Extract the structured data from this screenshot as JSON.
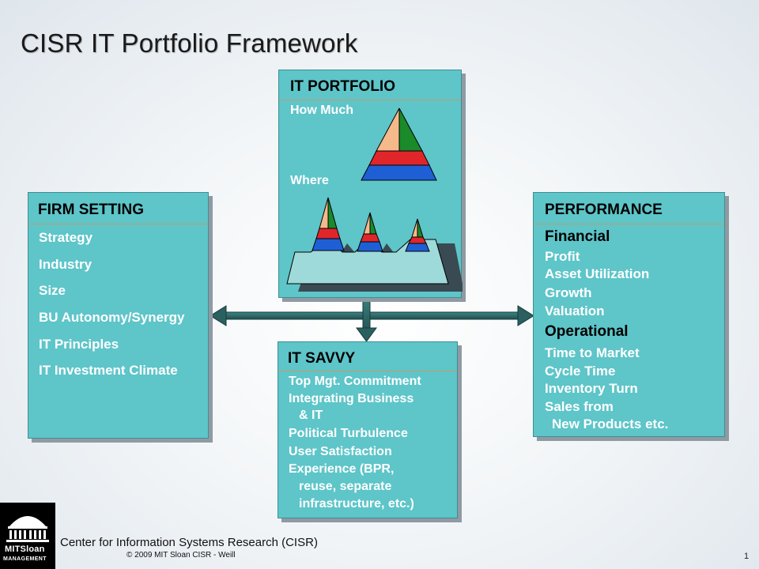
{
  "slide": {
    "title": "CISR IT Portfolio Framework",
    "page_number": "1"
  },
  "firm_setting": {
    "heading": "FIRM SETTING",
    "items": [
      "Strategy",
      "Industry",
      "Size",
      "BU Autonomy/Synergy",
      "IT Principles",
      "IT Investment Climate"
    ]
  },
  "it_portfolio": {
    "heading": "IT PORTFOLIO",
    "label_how_much": "How Much",
    "label_where": "Where"
  },
  "performance": {
    "heading": "PERFORMANCE",
    "financial_heading": "Financial",
    "financial_items": [
      "Profit",
      "Asset Utilization",
      "Growth",
      "Valuation"
    ],
    "operational_heading": "Operational",
    "operational_items": [
      "Time to Market",
      "Cycle Time",
      "Inventory Turn",
      "Sales from",
      "New Products etc."
    ]
  },
  "it_savvy": {
    "heading": "IT SAVVY",
    "items": [
      "Top Mgt. Commitment",
      "Integrating Business",
      "& IT",
      "Political Turbulence",
      "User Satisfaction",
      "Experience (BPR,",
      "reuse, separate",
      "infrastructure, etc.)"
    ]
  },
  "footer": {
    "org": "Center for Information Systems Research (CISR)",
    "copyright": "© 2009 MIT Sloan CISR - Weill",
    "logo_line1": "MITSloan",
    "logo_line2": "MANAGEMENT"
  },
  "colors": {
    "box_fill": "#5ec5c9",
    "arrow": "#2e6b6a",
    "pyramid_peach": "#f5b98a",
    "pyramid_green": "#1a8a2a",
    "pyramid_red": "#e0262b",
    "pyramid_blue": "#1f5fd6",
    "base_fill": "#9fdada"
  }
}
